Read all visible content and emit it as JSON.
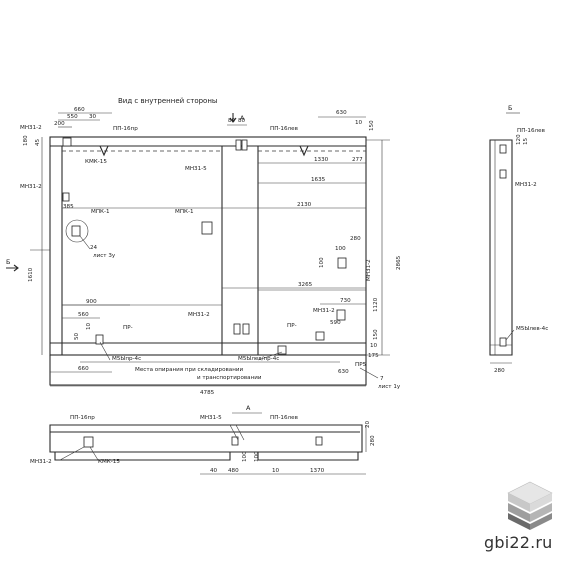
{
  "title": "Вид с внутренней стороны",
  "section_labels": {
    "a_top": "А",
    "a_bottom": "А",
    "b_left": "Б",
    "b_right": "Б"
  },
  "main_view": {
    "top_dims": [
      "660",
      "550",
      "30",
      "200",
      "80",
      "80",
      "630",
      "10"
    ],
    "right_dims": [
      "150",
      "1330",
      "277",
      "1635",
      "2130",
      "280",
      "100",
      "100",
      "3265",
      "730",
      "590",
      "2865",
      "1120",
      "150",
      "10",
      "175",
      "630"
    ],
    "left_dims": [
      "180",
      "45",
      "1610",
      "900",
      "560",
      "50",
      "10"
    ],
    "bottom_dims": [
      "660",
      "4785"
    ],
    "parts": {
      "mn31_2_a": "МН31-2",
      "mn31_2_b": "МН31-2",
      "mn31_2_c": "МН31-2",
      "mn31_2_d": "МН31-2",
      "mn31_2_e": "МН31-2",
      "mn31_5": "МН31-5",
      "mpk1_a": "МПК-1",
      "mpk1_b": "МПК-1",
      "kmk15": "КМК-15",
      "pp16_left": "ПП-16пр",
      "pp16_right": "ПП-16лев",
      "pr_left": "ПР-",
      "pr_right": "ПР-",
      "m5ipr": "М5Ыпр-4с",
      "m5ilev": "М5Ылев/пр-4с",
      "pp15": "ПР5"
    },
    "circle_ref": {
      "num": "24",
      "sheet": "лист 3у",
      "dim": "385"
    },
    "ref7": {
      "num": "7",
      "sheet": "лист 1у"
    },
    "support_note": [
      "Места опирания при складировании",
      "и транспортировании"
    ]
  },
  "side_view": {
    "top_part": "ПП-16лев",
    "dim_a": "120",
    "dim_b": "15",
    "part_mn": "МН31-2",
    "part_bottom": "М5Ылев-4с",
    "bottom_dim": "280"
  },
  "section_view": {
    "label_left": "ПП-16пр",
    "label_mid": "МН31-5",
    "label_right": "ПП-16лев",
    "label_mn31": "МН31-2",
    "label_kmk": "КМК-15",
    "dims": [
      "40",
      "480",
      "10",
      "1370",
      "100",
      "100"
    ],
    "dim_right_a": "20",
    "dim_right_b": "280"
  },
  "watermark": {
    "text": "gbi22.ru"
  }
}
